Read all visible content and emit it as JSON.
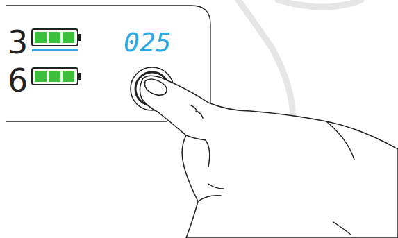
{
  "diagram": {
    "labels": [
      "3",
      "6",
      "025"
    ]
  }
}
